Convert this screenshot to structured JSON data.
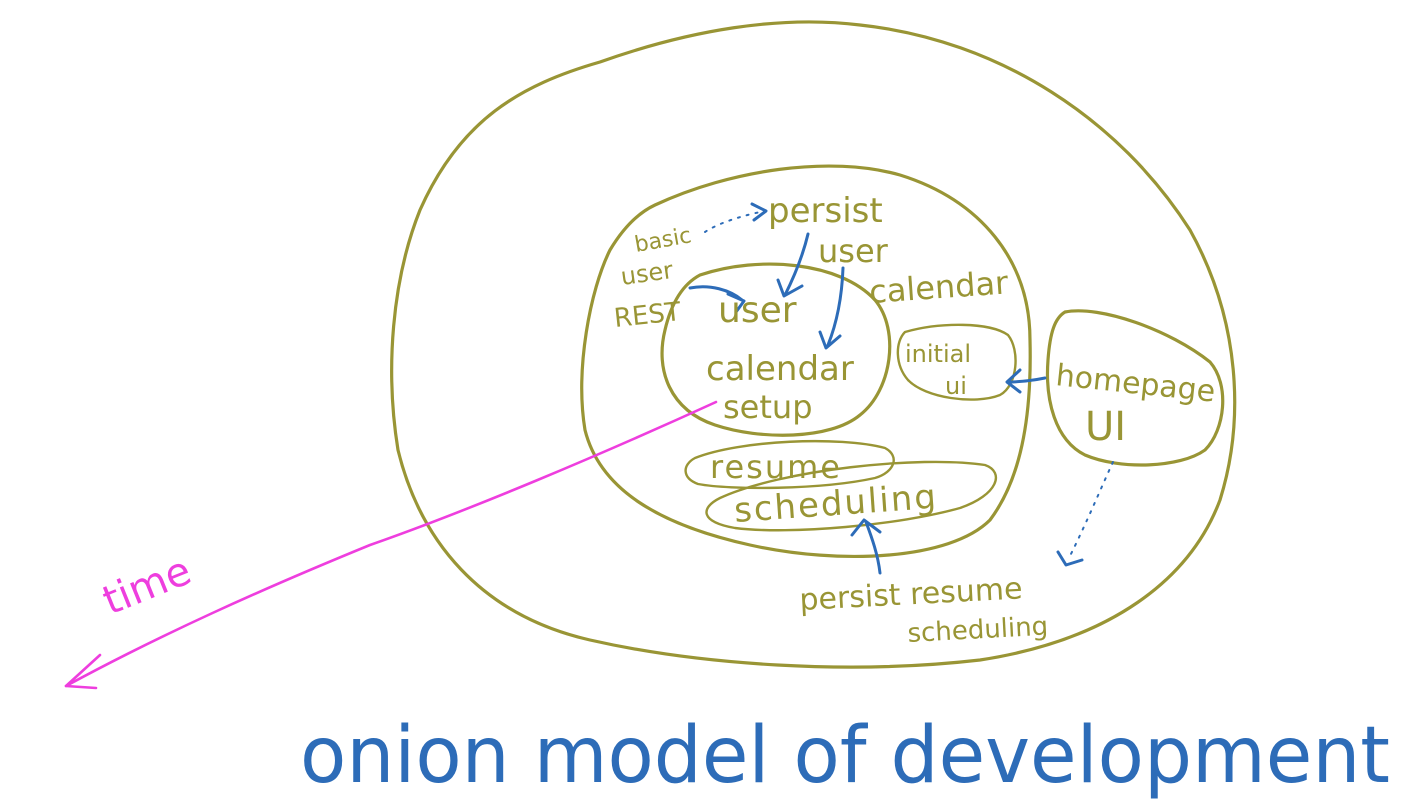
{
  "diagram": {
    "title": "onion model of development",
    "colors": {
      "layer": "#999535",
      "dependency": "#2d6cb8",
      "time": "#ee3ede",
      "background": "#ffffff"
    },
    "layers": {
      "core": {
        "label_line1": "user",
        "label_line2": "calendar",
        "label_line3": "setup"
      },
      "middle": {
        "basic_user_rest_line1": "basic",
        "basic_user_rest_line2": "user",
        "basic_user_rest_line3": "REST",
        "persist_user_line1": "persist",
        "persist_user_line2": "user",
        "calendar": "calendar",
        "initial_ui_line1": "initial",
        "initial_ui_line2": "ui",
        "resume": "resume",
        "scheduling": "scheduling"
      },
      "outer": {
        "homepage_ui_line1": "homepage",
        "homepage_ui_line2": "UI",
        "persist_resume_line1": "persist resume",
        "persist_resume_line2": "scheduling"
      }
    },
    "time_label": "time"
  }
}
